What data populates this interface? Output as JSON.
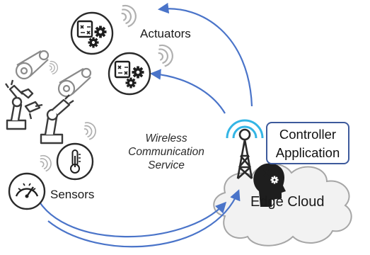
{
  "labels": {
    "actuators": "Actuators",
    "sensors": "Sensors",
    "wireless": [
      "Wireless",
      "Communication",
      "Service"
    ],
    "controller": [
      "Controller",
      "Application"
    ],
    "edge_cloud": "Edge Cloud"
  },
  "colors": {
    "arrow": "#4a74c9",
    "cloud_fill": "#f2f2f2",
    "cloud_stroke": "#a6a6a6",
    "box_border": "#3d5a9c",
    "tower_wave": "#33b5e5",
    "icon_stroke": "#6a6a6a",
    "icon_dark": "#1e1e1e"
  },
  "icons": [
    "actuator-chip-gear-icon",
    "wifi-signal-icon",
    "robot-arm-icon",
    "conveyor-icon",
    "thermometer-icon",
    "gauge-icon",
    "radio-tower-icon",
    "head-gears-icon",
    "cloud-icon"
  ]
}
